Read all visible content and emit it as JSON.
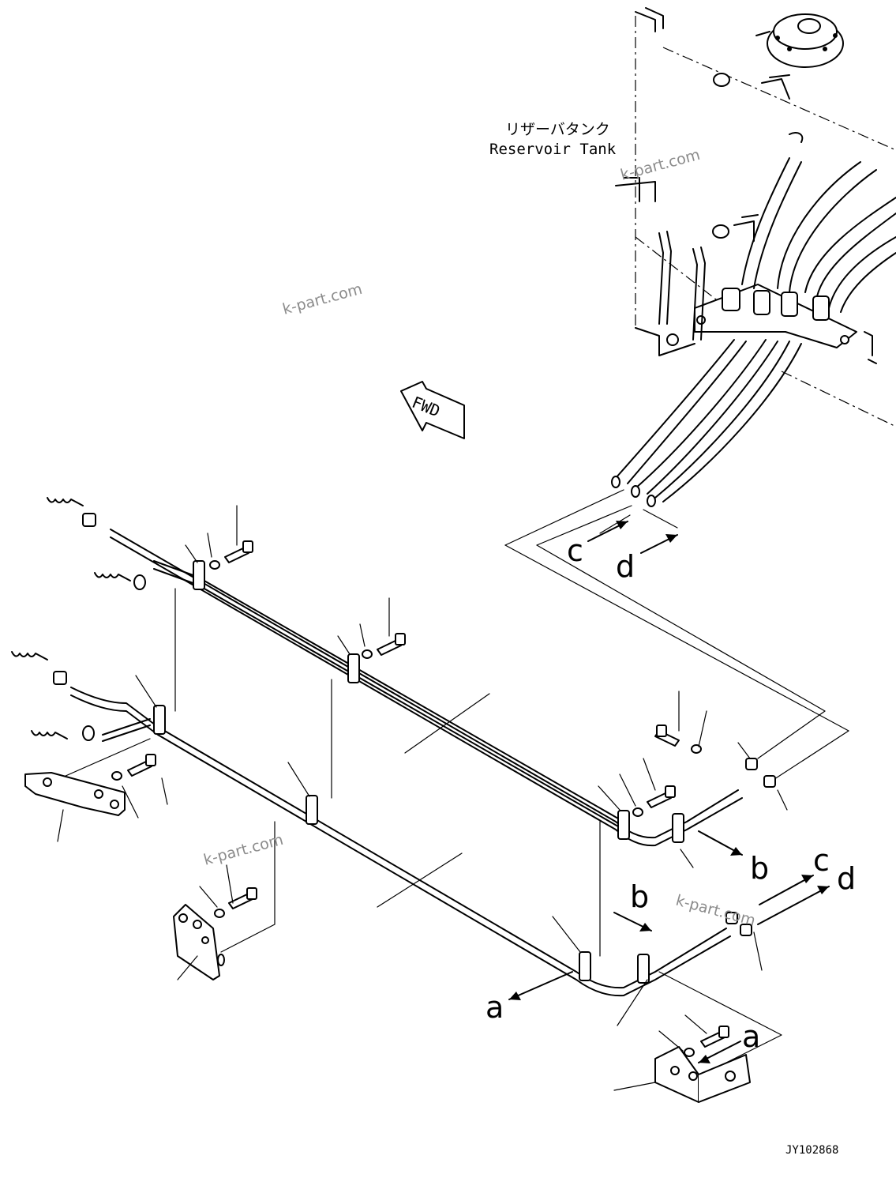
{
  "labels": {
    "reservoir_jp": "リザーバタンク",
    "reservoir_en": "Reservoir Tank",
    "fwd": "FWD",
    "drawing_no": "JY102868"
  },
  "callouts": {
    "c_top": "c",
    "d_top": "d",
    "b_right": "b",
    "b_mid": "b",
    "c_right": "c",
    "d_right": "d",
    "a_left": "a",
    "a_bracket": "a"
  },
  "watermark": "k-part.com"
}
